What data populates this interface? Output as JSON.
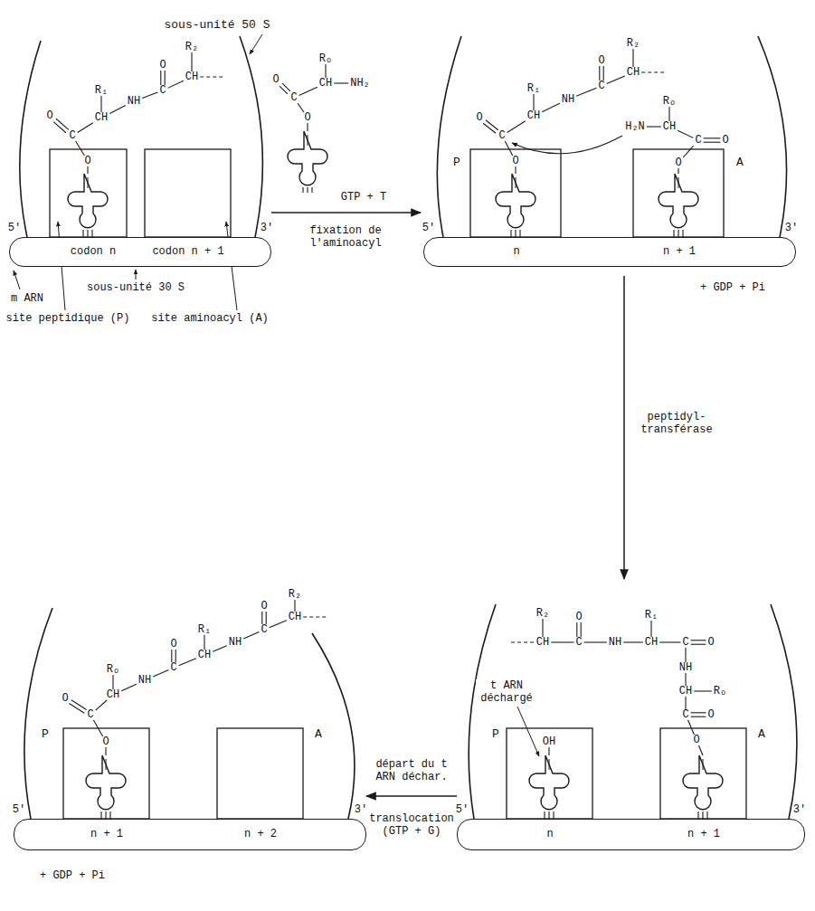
{
  "diagram": {
    "nodes": [
      {
        "text": [
          "sous-unité 50 S"
        ]
      },
      {
        "text": [
          "codon n",
          "codon n + 1"
        ],
        "in": 0
      },
      {
        "text": [
          "P",
          "A"
        ]
      },
      {
        "text": [
          "n",
          "n + 1"
        ],
        "in": 2
      },
      {
        "text": [
          "P",
          "A"
        ]
      },
      {
        "text": [
          "n",
          "n + 1"
        ],
        "in": 4
      },
      {
        "text": [
          "P",
          "A"
        ]
      },
      {
        "text": [
          "n + 1",
          "n + 2"
        ],
        "in": 6
      }
    ],
    "edges": [
      {
        "from": 0,
        "to": 2,
        "arrow": "to",
        "label": "fixation de l'aminoacyl"
      },
      {
        "from": 2,
        "to": 4,
        "arrow": "to",
        "label": "peptidyl- transférase"
      },
      {
        "from": 4,
        "to": 6,
        "arrow": "to",
        "label": "départ du t ARN déchar."
      }
    ],
    "labels": [
      "R₂",
      "O",
      "CH",
      "R₁",
      "NH",
      "C",
      "O",
      "CH",
      "C",
      "O",
      "5'",
      "3'",
      "sous-unité 30 S",
      "m ARN",
      "site peptidique (P)",
      "site aminoacyl (A)",
      "Rₒ",
      "O",
      "CH",
      "NH₂",
      "C",
      "O",
      "GTP + T",
      "R₂",
      "O",
      "CH",
      "R₁",
      "NH",
      "C",
      "O",
      "CH",
      "C",
      "O",
      "Rₒ",
      "H₂N",
      "CH",
      "C",
      "O",
      "O",
      "5'",
      "3'",
      "+ GDP + Pi",
      "R₂",
      "CH",
      "O",
      "C",
      "NH",
      "R₁",
      "CH",
      "C",
      "O",
      "NH",
      "CH",
      "Rₒ",
      "C",
      "O",
      "O",
      "OH",
      "t ARN déchargé",
      "5'",
      "3'",
      "R₂",
      "O",
      "CH",
      "R₁",
      "C",
      "NH",
      "O",
      "CH",
      "Rₒ",
      "C",
      "NH",
      "CH",
      "O",
      "C",
      "O",
      "5'",
      "3'",
      "+ GDP + Pi",
      "translocation (GTP + G)"
    ]
  }
}
